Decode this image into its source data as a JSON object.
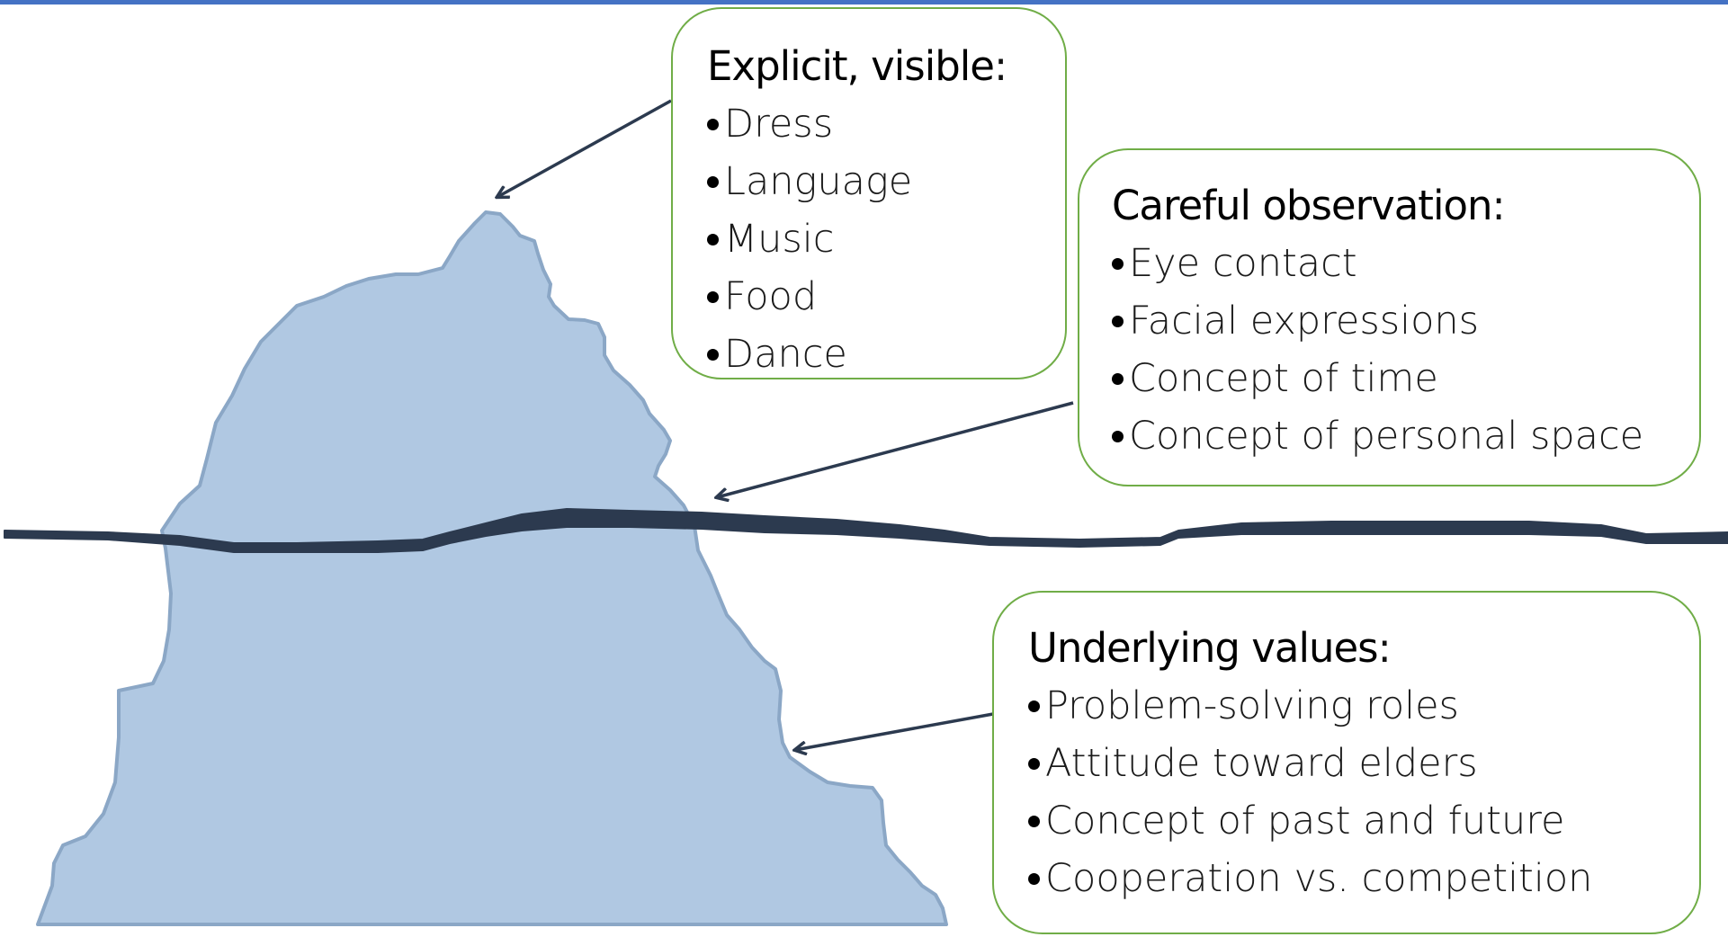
{
  "callouts": {
    "visible": {
      "heading": "Explicit, visible",
      "heading_suffix": ":",
      "items": [
        "Dress",
        "Language",
        "Music",
        "Food",
        "Dance"
      ]
    },
    "observation": {
      "heading": "Careful observation",
      "heading_suffix": ":",
      "items": [
        "Eye contact",
        "Facial expressions",
        "Concept of time",
        "Concept of personal space"
      ]
    },
    "values": {
      "heading": "Underlying values",
      "heading_suffix": ":",
      "items": [
        "Problem-solving roles",
        "Attitude toward elders",
        "Concept of past and future",
        "Cooperation vs. competition"
      ]
    }
  },
  "colors": {
    "top_rule": "#4472c4",
    "iceberg_fill": "#b0c8e2",
    "iceberg_outline": "#8ba7c6",
    "waterline": "#2c3a4f",
    "arrow": "#2c3a4f",
    "callout_border": "#70ad47"
  }
}
